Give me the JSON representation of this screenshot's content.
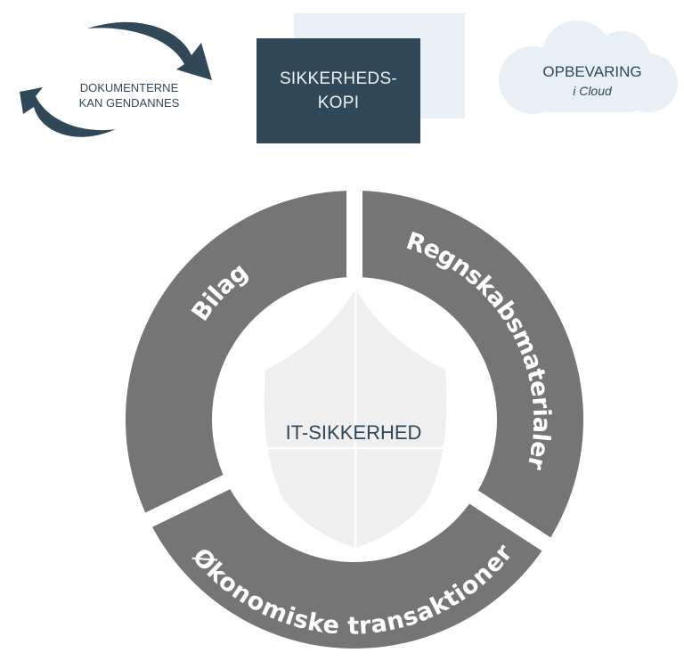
{
  "top": {
    "restore_label_line1": "DOKUMENTERNE",
    "restore_label_line2": "KAN GENDANNES",
    "backup_line1": "SIKKERHEDS-",
    "backup_line2": "KOPI",
    "cloud_title": "OPBEVARING",
    "cloud_subtitle": "i Cloud"
  },
  "ring": {
    "segments": [
      {
        "label": "Regnskabsmaterialer"
      },
      {
        "label": "Økonomiske transaktioner"
      },
      {
        "label": "Bilag"
      }
    ],
    "center_label": "IT-SIKKERHED"
  },
  "colors": {
    "dark": "#304858",
    "ring": "#757575",
    "shield": "#efefef",
    "light_blue": "#e8eff5"
  }
}
